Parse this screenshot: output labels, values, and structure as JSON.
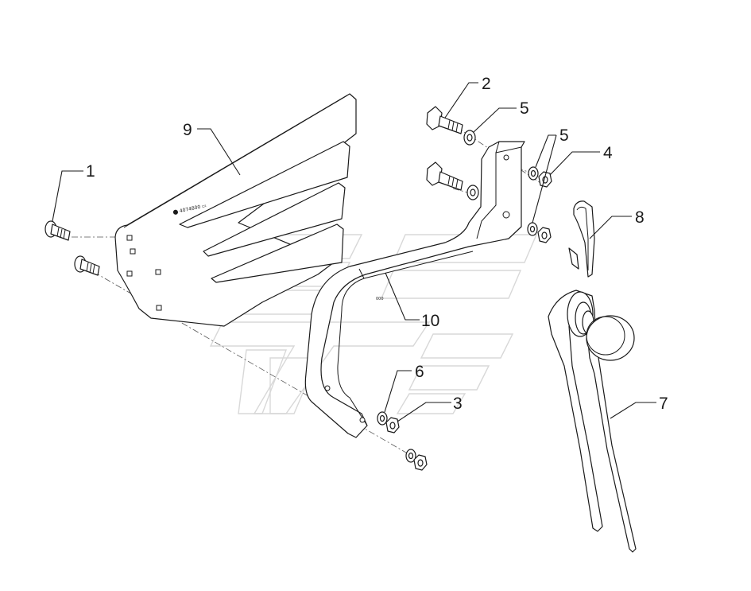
{
  "diagram": {
    "callouts": {
      "c1": "1",
      "c2": "2",
      "c3": "3",
      "c4": "4",
      "c5a": "5",
      "c5b": "5",
      "c6": "6",
      "c7": "7",
      "c8": "8",
      "c9": "9",
      "c10": "10"
    },
    "line_color": "#1a1a1a",
    "watermark_color": "#d8d8d8"
  }
}
